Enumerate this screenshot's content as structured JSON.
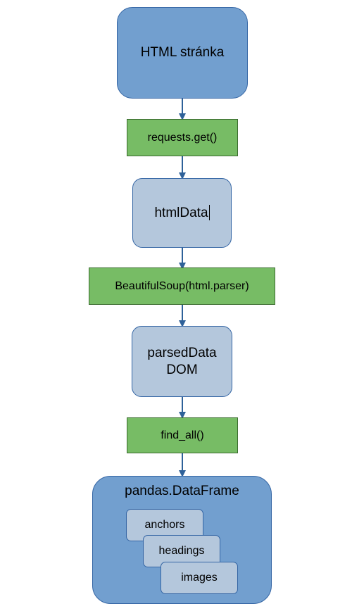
{
  "diagram": {
    "nodes": {
      "html_page": "HTML stránka",
      "requests_get": "requests.get()",
      "html_data": "htmlData",
      "beautiful_soup": "BeautifulSoup(html.parser)",
      "parsed_data_line1": "parsedData",
      "parsed_data_line2": "DOM",
      "find_all": "find_all()",
      "dataframe": "pandas.DataFrame",
      "anchors": "anchors",
      "headings": "headings",
      "images": "images"
    },
    "colors": {
      "dark_box": "#729fcf",
      "light_box": "#b4c7dc",
      "step_box": "#77bc65",
      "arrow": "#2e6199"
    }
  }
}
